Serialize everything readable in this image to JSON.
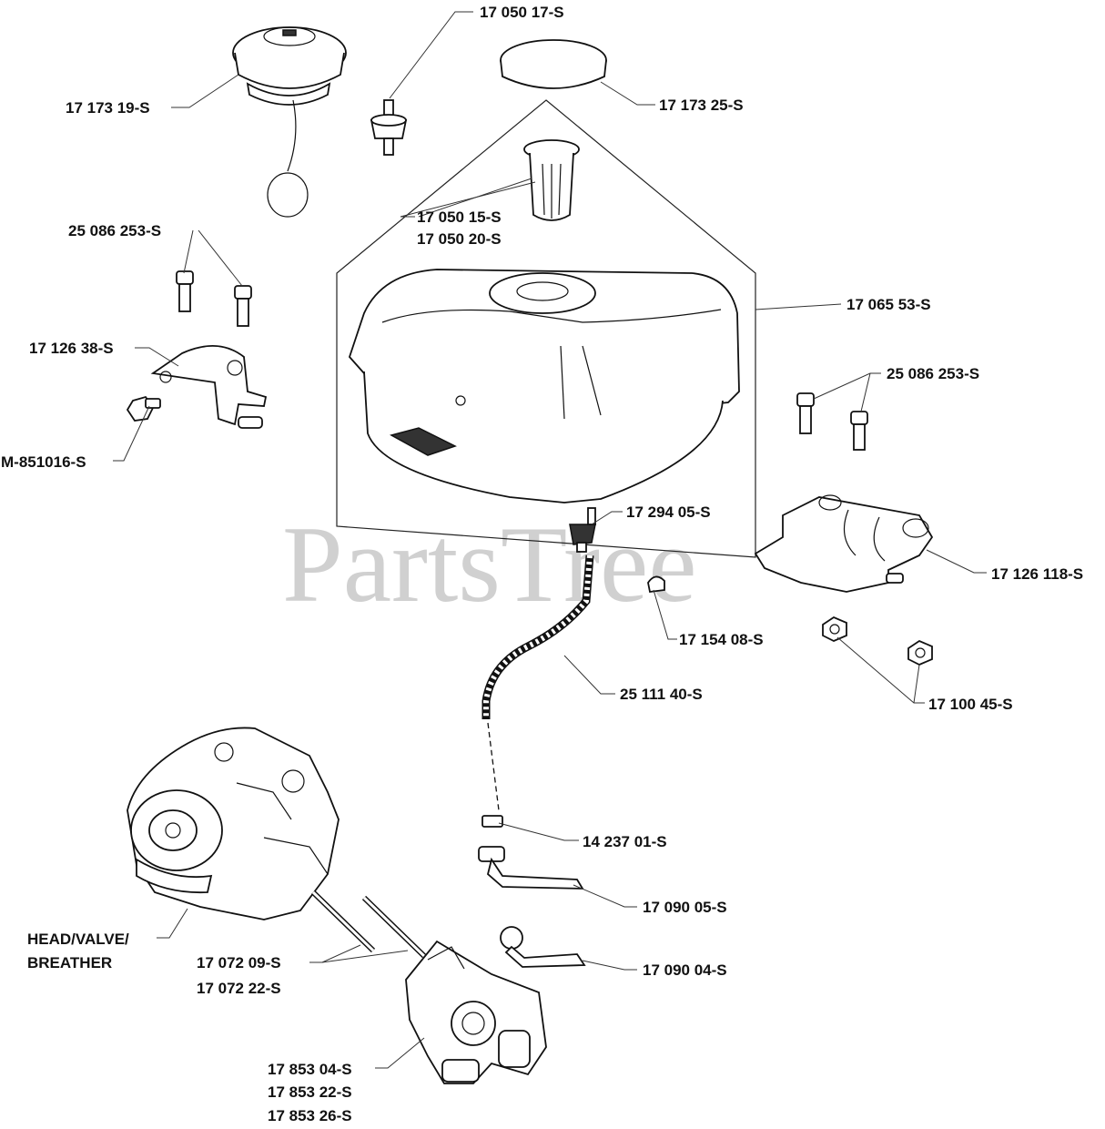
{
  "watermark": "PartsTree",
  "labels": {
    "fuel_cap_left": "17 173 19-S",
    "fuel_fitting": "17 050 17-S",
    "fuel_cap_right": "17 173 25-S",
    "strainer_a": "17 050 15-S",
    "strainer_b": "17 050 20-S",
    "screw_left": "25 086 253-S",
    "fuel_tank": "17 065 53-S",
    "bracket_left": "17 126 38-S",
    "screw_right": "25 086 253-S",
    "bolt_left": "M-851016-S",
    "fuel_valve": "17 294 05-S",
    "bracket_right": "17 126 118-S",
    "clamp": "17 154 08-S",
    "fuel_line": "25 111 40-S",
    "nut": "17 100 45-S",
    "line_clip": "14 237 01-S",
    "choke_lever": "17 090 05-S",
    "head_valve_1": "HEAD/VALVE/",
    "head_valve_2": "BREATHER",
    "stud_a": "17 072 09-S",
    "stud_b": "17 072 22-S",
    "throttle_lever": "17 090 04-S",
    "carb_a": "17 853 04-S",
    "carb_b": "17 853 22-S",
    "carb_c": "17 853 26-S"
  }
}
